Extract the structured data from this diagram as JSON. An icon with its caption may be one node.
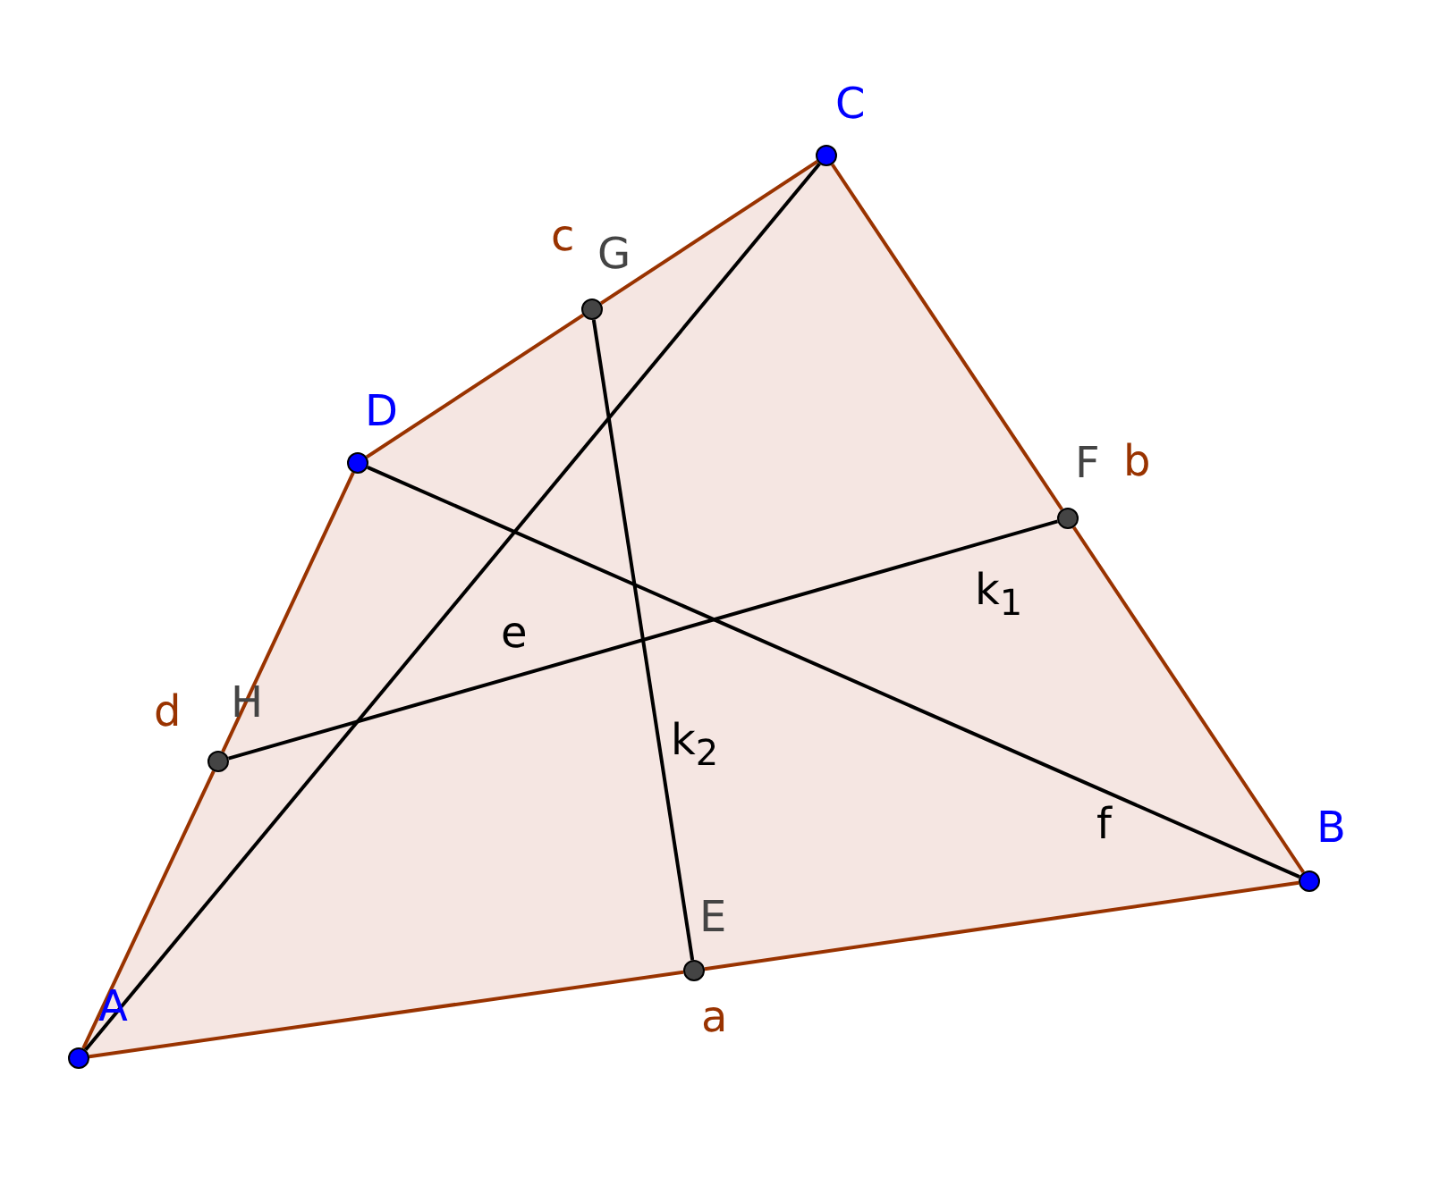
{
  "diagram": {
    "nodes": [
      {
        "text": [
          "C"
        ]
      },
      {
        "text": [
          "G"
        ]
      },
      {
        "text": [
          "D"
        ]
      },
      {
        "text": [
          "F"
        ]
      },
      {
        "text": [
          "H"
        ]
      },
      {
        "text": [
          "B"
        ]
      },
      {
        "text": [
          "E"
        ]
      },
      {
        "text": [
          "A"
        ]
      }
    ],
    "edges": [
      {
        "from": 7,
        "to": 6,
        "arrow": "none"
      },
      {
        "from": 6,
        "to": 5,
        "arrow": "none",
        "label": "a"
      },
      {
        "from": 5,
        "to": 3,
        "arrow": "none"
      },
      {
        "from": 3,
        "to": 0,
        "arrow": "none",
        "label": "b"
      },
      {
        "from": 0,
        "to": 1,
        "arrow": "none",
        "label": "c"
      },
      {
        "from": 1,
        "to": 2,
        "arrow": "none"
      },
      {
        "from": 2,
        "to": 4,
        "arrow": "none",
        "label": "d"
      },
      {
        "from": 4,
        "to": 7,
        "arrow": "none"
      },
      {
        "from": 7,
        "to": 0,
        "arrow": "none",
        "label": "e",
        "color": "#000000"
      },
      {
        "from": 5,
        "to": 2,
        "arrow": "none",
        "label": "f",
        "color": "#000000"
      },
      {
        "from": 4,
        "to": 3,
        "arrow": "none",
        "label": "k$_{1}$",
        "color": "#000000"
      },
      {
        "from": 1,
        "to": 6,
        "arrow": "none",
        "label": "k$_{2}$",
        "color": "#000000"
      }
    ]
  }
}
